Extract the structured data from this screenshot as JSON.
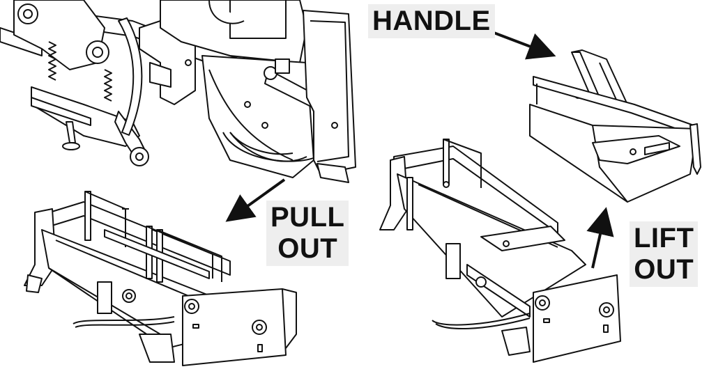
{
  "labels": {
    "handle": "HANDLE",
    "pull": [
      "PULL",
      "OUT"
    ],
    "lift": [
      "LIFT",
      "OUT"
    ]
  },
  "colors": {
    "line": "#111111",
    "label_bg": "#eeeeee",
    "background": "#ffffff"
  }
}
